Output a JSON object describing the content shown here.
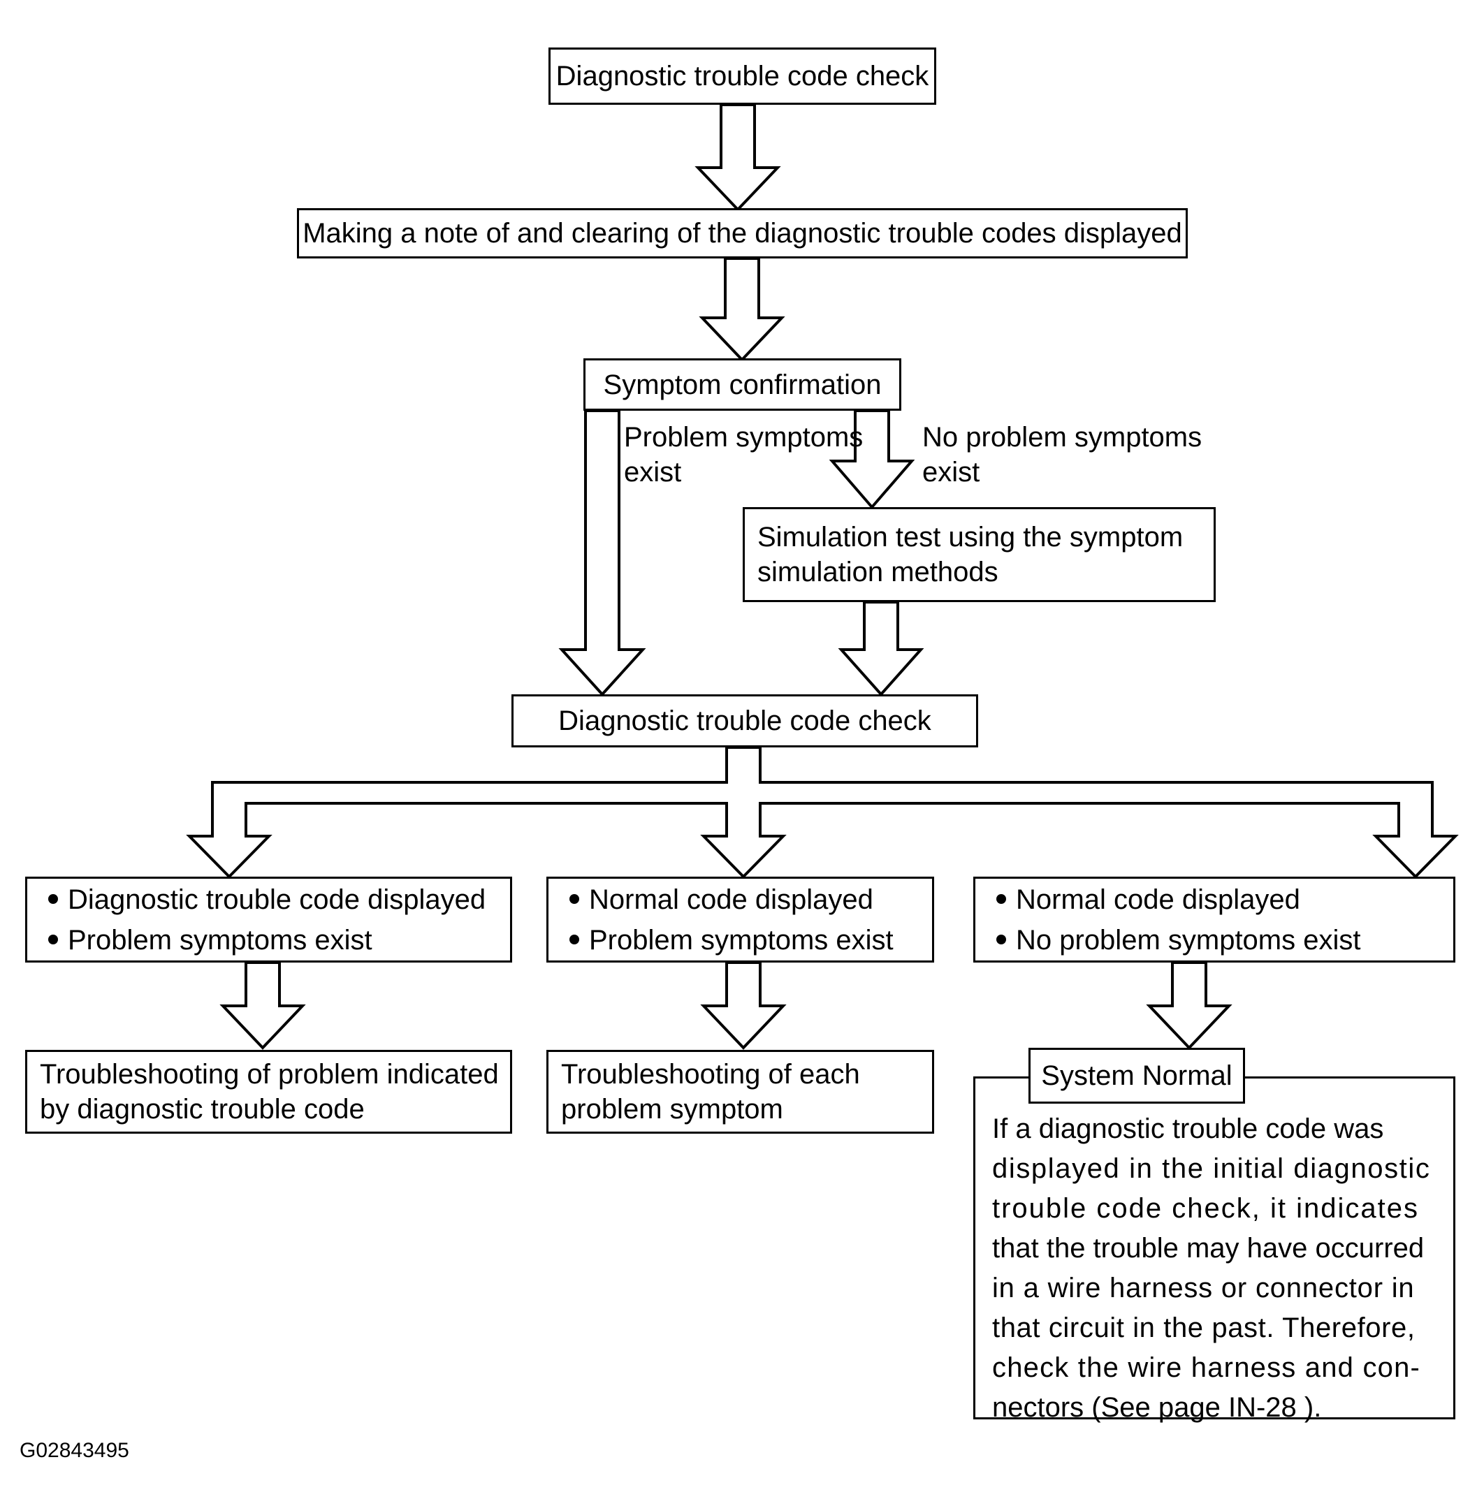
{
  "figure": {
    "id_label": "G02843495",
    "title": "Diagnostic trouble code check flowchart"
  },
  "nodes": {
    "dtc_check_top": "Diagnostic trouble code check",
    "clear_codes": "Making a note of and clearing of the diagnostic trouble codes displayed",
    "symptom_confirmation": "Symptom confirmation",
    "simulation_test": "Simulation test using the symptom\nsimulation methods",
    "dtc_check_second": "Diagnostic trouble code check",
    "outcome_left": [
      "Diagnostic trouble code displayed",
      "Problem symptoms exist"
    ],
    "outcome_middle": [
      "Normal code displayed",
      "Problem symptoms exist"
    ],
    "outcome_right": [
      "Normal code displayed",
      "No problem symptoms exist"
    ],
    "action_left": "Troubleshooting of problem indicated\nby diagnostic trouble code",
    "action_middle": "Troubleshooting of each\nproblem symptom",
    "system_normal_title": "System Normal",
    "system_normal_note_lines": [
      "If a diagnostic trouble code was",
      "displayed in the initial diagnostic",
      "trouble code check, it indicates",
      "that the trouble may have occurred",
      "in a wire harness or connector in",
      "that circuit in the past. Therefore,",
      "check the wire harness and con-",
      "nectors (See page IN-28 )."
    ]
  },
  "edge_labels": {
    "problem_symptoms_exist": "Problem symptoms\nexist",
    "no_problem_symptoms_exist": "No problem symptoms\nexist"
  },
  "colors": {
    "stroke": "#000000",
    "fill": "#ffffff"
  }
}
